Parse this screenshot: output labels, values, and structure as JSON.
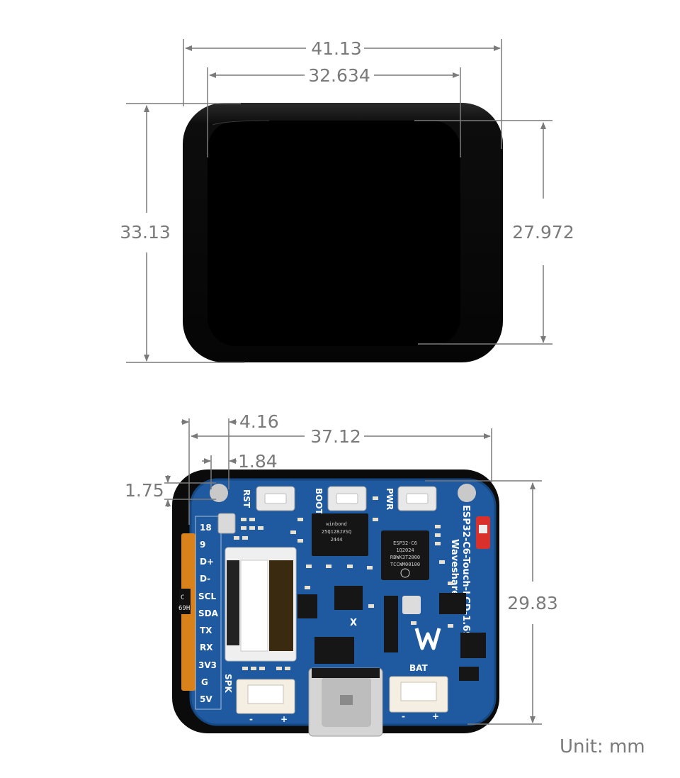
{
  "dimensions": {
    "top_width_overall": "41.13",
    "top_width_screen": "32.634",
    "top_height_overall": "33.13",
    "top_height_screen": "27.972",
    "bottom_offset_a": "4.16",
    "bottom_width": "37.12",
    "bottom_offset_b": "1.84",
    "bottom_offset_c": "1.75",
    "bottom_height": "29.83"
  },
  "unit_label": "Unit: mm",
  "board": {
    "pins": [
      "18",
      "9",
      "D+",
      "D-",
      "SCL",
      "SDA",
      "TX",
      "RX",
      "3V3",
      "G",
      "5V"
    ],
    "buttons": [
      "RST",
      "BOOT",
      "PWR"
    ],
    "model_text": "ESP32-C6-Touch-LCD-1.69",
    "brand_text": "Waveshare",
    "connector_labels": [
      "SPK",
      "BAT"
    ],
    "flash_chip_text": [
      "winbond",
      "25Q128JVSQ",
      "2444"
    ],
    "soc_chip_text": [
      "ESP32-C6",
      "1Q2024",
      "RBWK3T2000",
      "TCCWM00100"
    ],
    "fpc_text": [
      "C",
      "69H"
    ],
    "polarity_marks": [
      "-",
      "+"
    ],
    "test_mark": "X"
  },
  "colors": {
    "pcb_blue": "#1f5aa0",
    "bezel_black": "#0b0b0b",
    "dimension_gray": "#7a7a7a",
    "silkscreen": "#ffffff",
    "fpc_orange": "#d9821b"
  }
}
